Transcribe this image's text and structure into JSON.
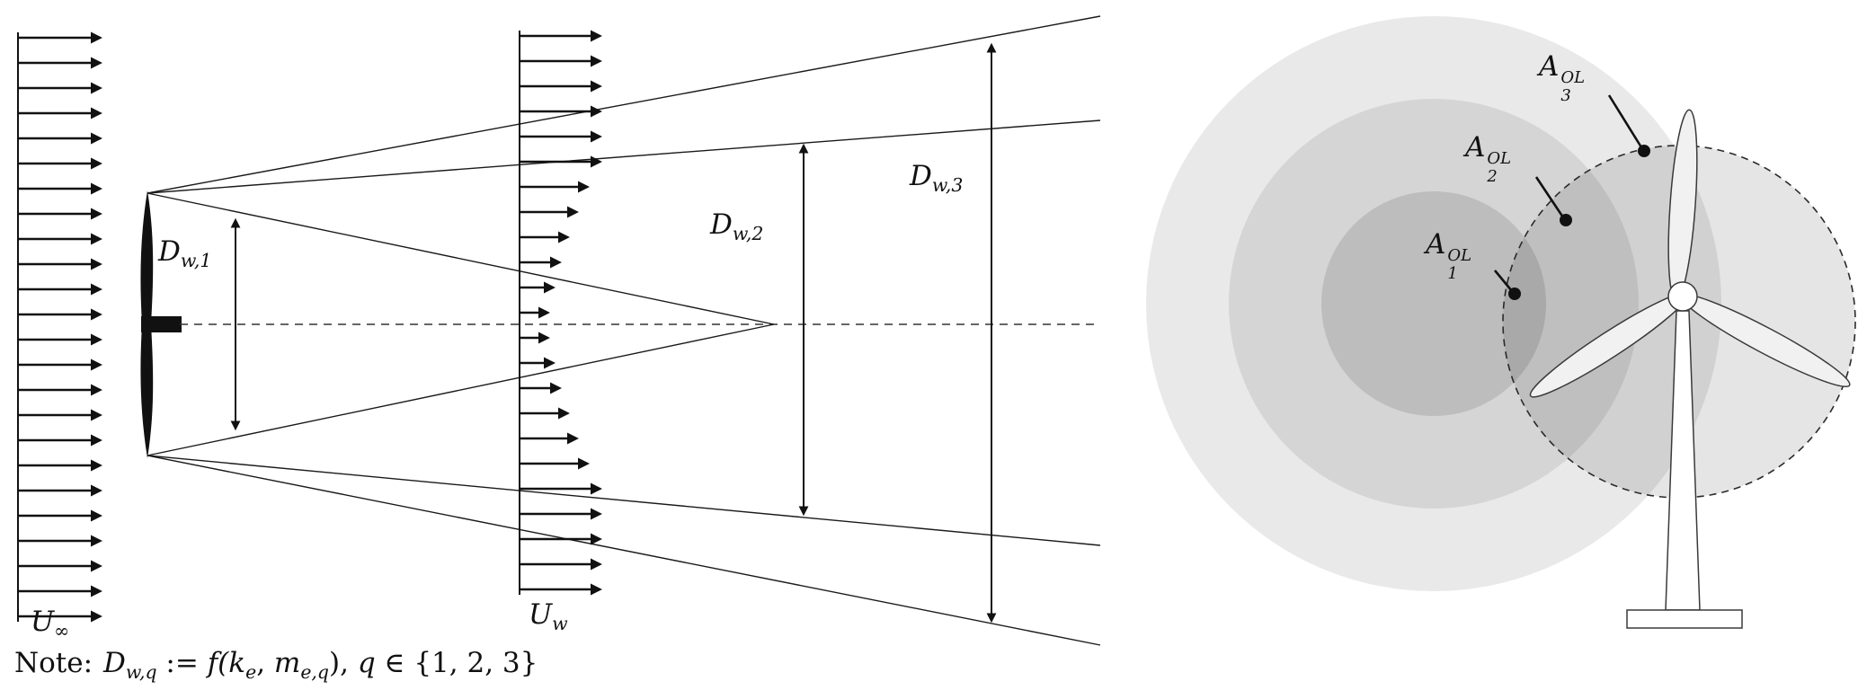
{
  "figure": {
    "left_panel": {
      "inflow_label": {
        "base": "U",
        "sub": "∞"
      },
      "wake_velocity_label": {
        "base": "U",
        "sub": "w"
      },
      "wake_diameter_labels": {
        "dw1": {
          "base": "D",
          "sub": "w,1"
        },
        "dw2": {
          "base": "D",
          "sub": "w,2"
        },
        "dw3": {
          "base": "D",
          "sub": "w,3"
        }
      },
      "note": {
        "prefix": "Note:",
        "d_base": "D",
        "d_sub": "w,q",
        "assign": " := ",
        "func": "f(",
        "k_base": "k",
        "k_sub": "e",
        "sep": ", ",
        "m_base": "m",
        "m_sub": "e,q",
        "close": "), ",
        "q": "q",
        "set_membership": " ∈ {1, 2, 3}"
      }
    },
    "right_panel": {
      "overlap_labels": {
        "a1": {
          "base": "A",
          "sup": "OL",
          "sub": "1"
        },
        "a2": {
          "base": "A",
          "sup": "OL",
          "sub": "2"
        },
        "a3": {
          "base": "A",
          "sup": "OL",
          "sub": "3"
        }
      }
    },
    "colors": {
      "ink": "#111111",
      "circle_outer": "#e9e9e9",
      "circle_middle": "#d5d5d5",
      "circle_inner": "#bdbdbd",
      "rotor_area_overlay": "rgba(0,0,0,0.10)"
    }
  }
}
